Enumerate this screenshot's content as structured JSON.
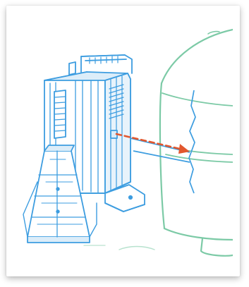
{
  "colors": {
    "line_blue": "#3d9de0",
    "fill_blue": "#dcedf9",
    "line_green": "#7ccaa6",
    "arrow_orange": "#e2572e",
    "card_shadow": "#9a9a9a"
  },
  "icons": {
    "device": "standing-device-illustration",
    "tank": "cylindrical-tank-illustration",
    "arrow": "dashed-arrow"
  }
}
